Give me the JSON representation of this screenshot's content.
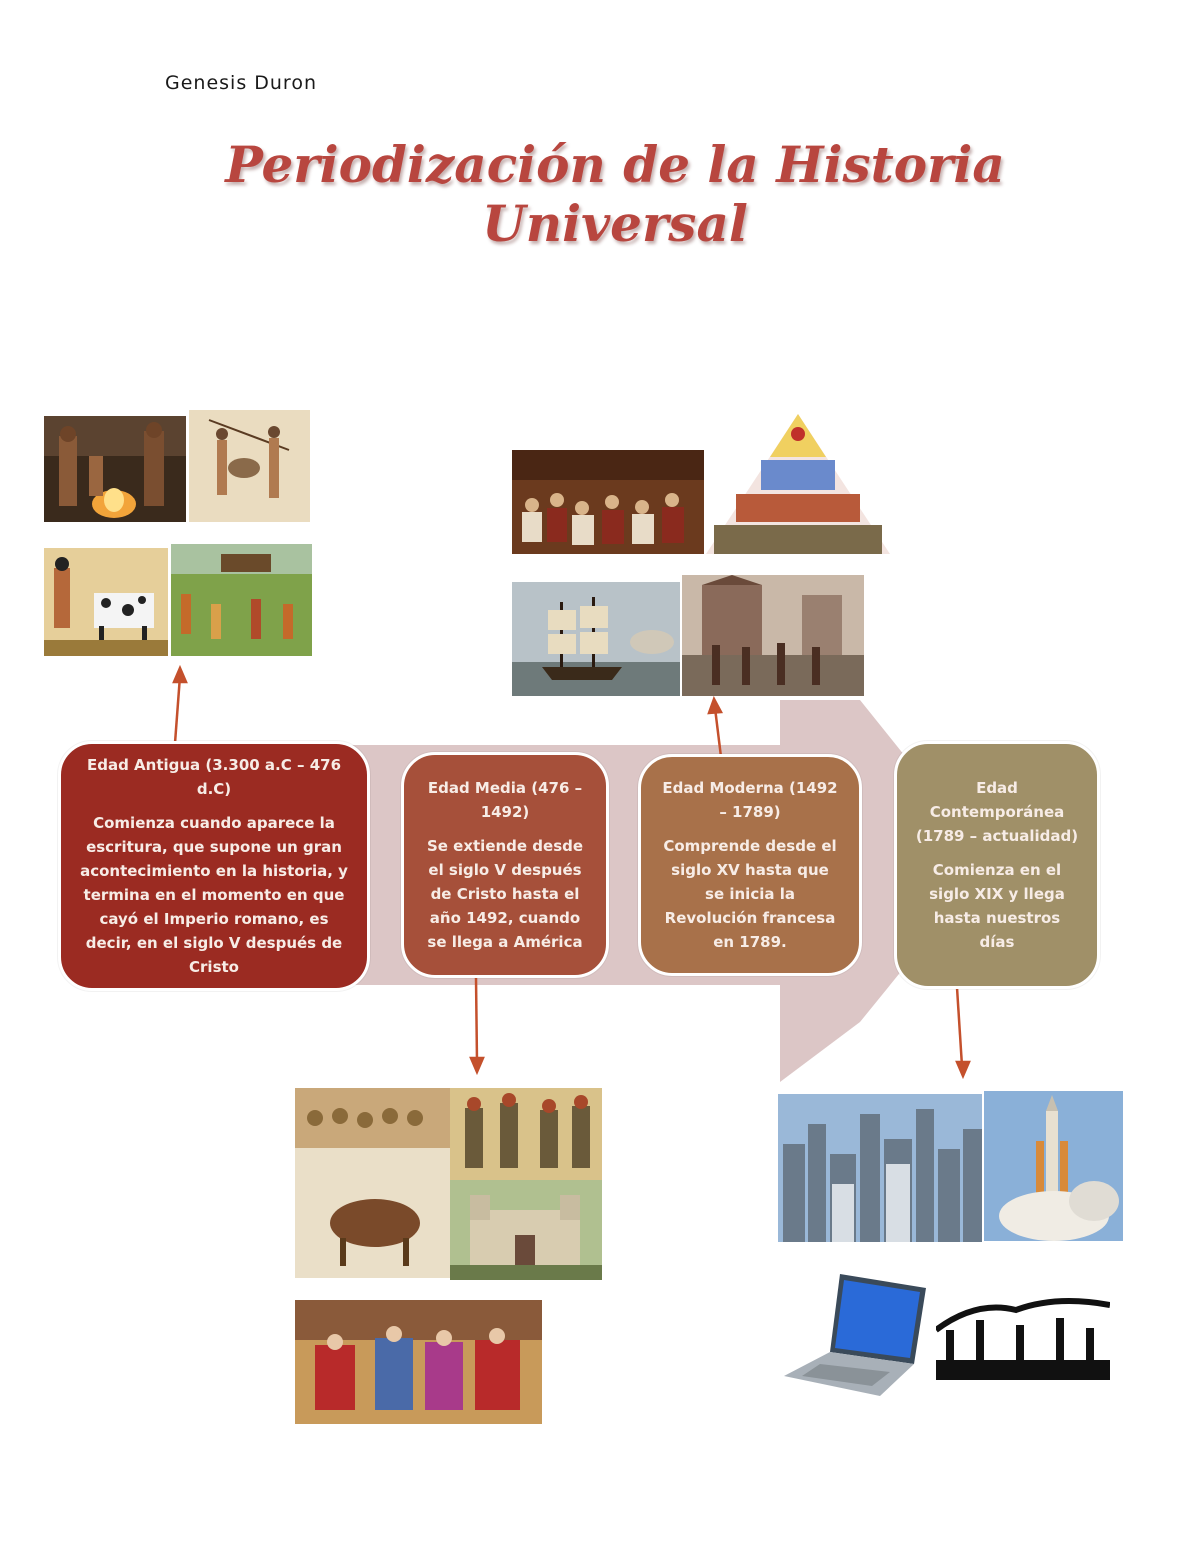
{
  "author": "Genesis Duron",
  "title": "Periodización de la Historia Universal",
  "colors": {
    "title": "#b8463f",
    "arrow_band": "#dcc6c6",
    "connector": "#c4502c",
    "antigua": "#9b2b22",
    "media": "#a6503a",
    "moderna": "#a8714a",
    "contemporanea": "#a09068"
  },
  "periods": [
    {
      "heading": "Edad Antigua (3.300 a.C – 476 d.C)",
      "description": "Comienza cuando aparece la escritura, que supone un gran acontecimiento en la historia, y termina en el momento en que cayó el Imperio romano, es decir, en el siglo V después de Cristo"
    },
    {
      "heading": "Edad Media (476 – 1492)",
      "description": "Se extiende desde el siglo V después de Cristo hasta el año 1492, cuando se llega a América"
    },
    {
      "heading": "Edad Moderna (1492 – 1789)",
      "description": "Comprende desde el siglo XV hasta que se inicia la Revolución francesa en 1789."
    },
    {
      "heading": "Edad Contemporánea (1789 – actualidad)",
      "description": "Comienza en el siglo XIX y llega hasta nuestros días"
    }
  ]
}
